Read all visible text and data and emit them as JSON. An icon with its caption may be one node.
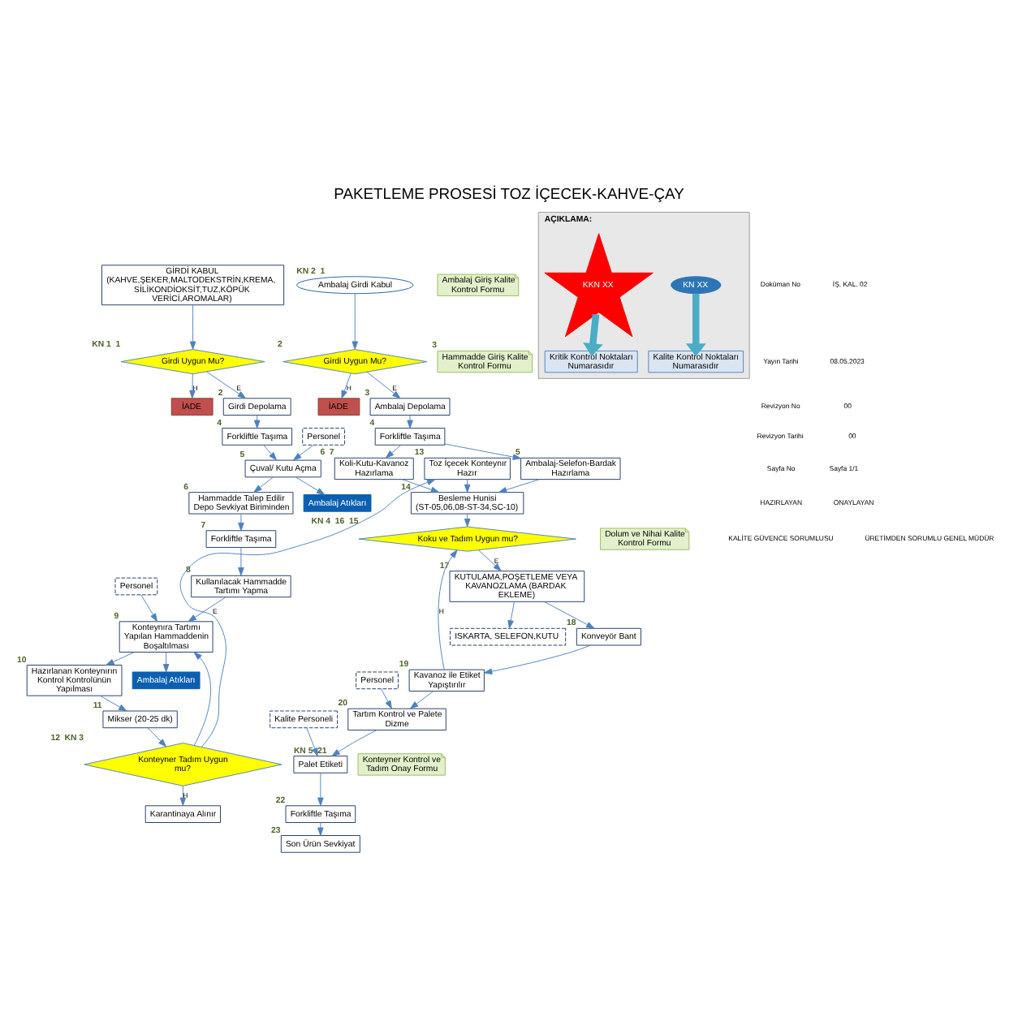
{
  "diagram": {
    "title": "PAKETLEME PROSESİ TOZ İÇECEK-KAHVE-ÇAY",
    "nodes": [
      {
        "text": [
          "GİRDİ KABUL (KAHVE,ŞEKER,MALTODEKSTRİN,KREMA, SİLİKONDİOKSİT,TUZ,KÖPÜK VERİCİ,AROMALAR)"
        ]
      },
      {
        "text": [
          "Girdi Uygun Mu?"
        ],
        "beside": [
          "KN 1",
          "1"
        ]
      },
      {
        "text": [
          "İADE"
        ]
      },
      {
        "text": [
          "Girdi Depolama"
        ],
        "beside": [
          "2"
        ]
      },
      {
        "text": [
          "Forkliftle Taşıma"
        ],
        "beside": [
          "4"
        ]
      },
      {
        "text": [
          "Çuval/ Kutu Açma"
        ],
        "beside": [
          "5"
        ]
      },
      {
        "text": [
          "Personel"
        ]
      },
      {
        "text": [
          "Ambalaj Atıkları"
        ]
      },
      {
        "text": [
          "Hammadde Talep Edilir Depo Sevkiyat Biriminden"
        ],
        "beside": [
          "6"
        ]
      },
      {
        "text": [
          "Forkliftle Taşıma"
        ],
        "beside": [
          "7"
        ]
      },
      {
        "text": [
          "Kullanılacak Hammadde Tartımı Yapma"
        ],
        "beside": [
          "8"
        ]
      },
      {
        "text": [
          "Konteynıra Tartımı Yapılan Hammaddenin Boşaltılması"
        ],
        "beside": [
          "9"
        ]
      },
      {
        "text": [
          "Personel"
        ]
      },
      {
        "text": [
          "Ambalaj Atıkları"
        ]
      },
      {
        "text": [
          "Hazırlanan Konteynırın Kontrol Kontrolünün Yapılması"
        ],
        "beside": [
          "10"
        ]
      },
      {
        "text": [
          "Mikser (20-25 dk)"
        ],
        "beside": [
          "11"
        ]
      },
      {
        "text": [
          "Konteyner Tadım Uygun mu?"
        ],
        "beside": [
          "12",
          "KN 3"
        ]
      },
      {
        "text": [
          "Karantinaya Alınır"
        ]
      },
      {
        "text": [
          "Toz İçecek Konteynır Hazır"
        ],
        "beside": [
          "13"
        ]
      },
      {
        "text": [
          "Besleme Hunisi (ST-05,06,08-ST-34,SC-10)"
        ],
        "beside": [
          "14"
        ]
      },
      {
        "text": [
          "Koku ve Tadım Uygun mu?"
        ],
        "beside": [
          "KN 4",
          "16",
          "15"
        ]
      },
      {
        "text": [
          "KUTULAMA,POŞETLEME VEYA KAVANOZLAMA (BARDAK EKLEME)"
        ],
        "beside": [
          "17"
        ]
      },
      {
        "text": [
          "ISKARTA, SELEFON,KUTU"
        ]
      },
      {
        "text": [
          "Konveyör Bant"
        ],
        "beside": [
          "18"
        ]
      },
      {
        "text": [
          "Kavanoz ile Etiket Yapıştırılır"
        ],
        "beside": [
          "19"
        ]
      },
      {
        "text": [
          "Tartım Kontrol ve Palete Dizme"
        ],
        "beside": [
          "20"
        ]
      },
      {
        "text": [
          "Personel"
        ]
      },
      {
        "text": [
          "Palet Etiketi"
        ],
        "beside": [
          "KN 5",
          "21"
        ]
      },
      {
        "text": [
          "Kalite Personeli"
        ]
      },
      {
        "text": [
          "Forkliftle Taşıma"
        ],
        "beside": [
          "22"
        ]
      },
      {
        "text": [
          "Son Ürün Sevkiyat"
        ],
        "beside": [
          "23"
        ]
      },
      {
        "text": [
          "Ambalaj Girdi Kabul"
        ],
        "beside": [
          "KN 2",
          "1"
        ]
      },
      {
        "text": [
          "Girdi Uygun Mu?"
        ],
        "beside": [
          "2"
        ]
      },
      {
        "text": [
          "İADE"
        ]
      },
      {
        "text": [
          "Ambalaj Depolama"
        ],
        "beside": [
          "3"
        ]
      },
      {
        "text": [
          "Forkliftle Taşıma"
        ],
        "beside": [
          "4"
        ]
      },
      {
        "text": [
          "Koli-Kutu-Kavanoz Hazırlama"
        ],
        "beside": [
          "6",
          "7"
        ]
      },
      {
        "text": [
          "Ambalaj-Selefon-Bardak Hazırlama"
        ],
        "beside": [
          "5"
        ]
      },
      {
        "text": [
          "Hammadde Giriş Kalite Kontrol Formu"
        ],
        "beside": [
          "3"
        ]
      },
      {
        "text": [
          "Konteyner Kontrol ve Tadım Onay Formu"
        ]
      },
      {
        "text": [
          "Dolum ve Nihai Kalite Kontrol Formu"
        ]
      },
      {
        "text": [
          "Ambalaj Giriş Kalite Kontrol Formu"
        ]
      },
      {
        "text": [
          "AÇIKLAMA:"
        ]
      },
      {
        "text": [
          "KN XX"
        ],
        "in": 42
      },
      {
        "text": [
          "Kalite Kontrol Noktaları Numarasıdır"
        ],
        "in": 42
      },
      {
        "text": [
          "KKN XX"
        ],
        "in": 42
      },
      {
        "text": [
          "Kritik Kontrol Noktaları Numarasıdır"
        ],
        "in": 42
      }
    ],
    "edges": [
      {
        "from": 0,
        "to": 1,
        "arrow": "to"
      },
      {
        "from": 1,
        "to": 2,
        "arrow": "to",
        "label": "H"
      },
      {
        "from": 1,
        "to": 3,
        "arrow": "to",
        "label": "E"
      },
      {
        "from": 3,
        "to": 4,
        "arrow": "to"
      },
      {
        "from": 4,
        "to": 5,
        "arrow": "to"
      },
      {
        "from": 6,
        "to": 5,
        "arrow": "to"
      },
      {
        "from": 5,
        "to": 7,
        "arrow": "to"
      },
      {
        "from": 5,
        "to": 8,
        "arrow": "to"
      },
      {
        "from": 8,
        "to": 9,
        "arrow": "to"
      },
      {
        "from": 9,
        "to": 10,
        "arrow": "to"
      },
      {
        "from": 10,
        "to": 11,
        "arrow": "to"
      },
      {
        "from": 12,
        "to": 11,
        "arrow": "to"
      },
      {
        "from": 11,
        "to": 13,
        "arrow": "to"
      },
      {
        "from": 11,
        "to": 14,
        "arrow": "to"
      },
      {
        "from": 14,
        "to": 15,
        "arrow": "to"
      },
      {
        "from": 15,
        "to": 16,
        "arrow": "to"
      },
      {
        "from": 16,
        "to": 17,
        "arrow": "to",
        "label": "H"
      },
      {
        "from": 16,
        "to": 11,
        "arrow": "to"
      },
      {
        "from": 16,
        "to": 18,
        "arrow": "to",
        "label": "E"
      },
      {
        "from": 18,
        "to": 19,
        "arrow": "to"
      },
      {
        "from": 19,
        "to": 20,
        "arrow": "to"
      },
      {
        "from": 20,
        "to": 21,
        "arrow": "to",
        "label": "E"
      },
      {
        "from": 21,
        "to": 22,
        "arrow": "to"
      },
      {
        "from": 21,
        "to": 23,
        "arrow": "to"
      },
      {
        "from": 23,
        "to": 24,
        "arrow": "to"
      },
      {
        "from": 24,
        "to": 20,
        "arrow": "to",
        "label": "H"
      },
      {
        "from": 24,
        "to": 25,
        "arrow": "to"
      },
      {
        "from": 26,
        "to": 25,
        "arrow": "to"
      },
      {
        "from": 25,
        "to": 27,
        "arrow": "to"
      },
      {
        "from": 28,
        "to": 27,
        "arrow": "to"
      },
      {
        "from": 27,
        "to": 29,
        "arrow": "to"
      },
      {
        "from": 29,
        "to": 30,
        "arrow": "to"
      },
      {
        "from": 31,
        "to": 32,
        "arrow": "to"
      },
      {
        "from": 32,
        "to": 33,
        "arrow": "to",
        "label": "H"
      },
      {
        "from": 32,
        "to": 34,
        "arrow": "to",
        "label": "E"
      },
      {
        "from": 34,
        "to": 35,
        "arrow": "to"
      },
      {
        "from": 35,
        "to": 36,
        "arrow": "to"
      },
      {
        "from": 35,
        "to": 37,
        "arrow": "to"
      },
      {
        "from": 36,
        "to": 19,
        "arrow": "to"
      },
      {
        "from": 37,
        "to": 19,
        "arrow": "to"
      },
      {
        "from": 43,
        "to": 44,
        "arrow": "to",
        "style": "thick",
        "color": "#4bacc6"
      },
      {
        "from": 45,
        "to": 46,
        "arrow": "to",
        "style": "thick",
        "color": "#4bacc6"
      }
    ],
    "labels": [
      "Doküman No",
      "İŞ. KAL. 02",
      "Yayın Tarihi",
      "08.05.2023",
      "Revizyon No",
      "00",
      "Revizyon Tarihi",
      "00",
      "Sayfa No",
      "Sayfa 1/1",
      "HAZIRLAYAN",
      "ONAYLAYAN",
      "KALİTE GÜVENCE SORUMLUSU",
      "ÜRETİMDEN SORUMLU GENEL MÜDÜR"
    ]
  }
}
